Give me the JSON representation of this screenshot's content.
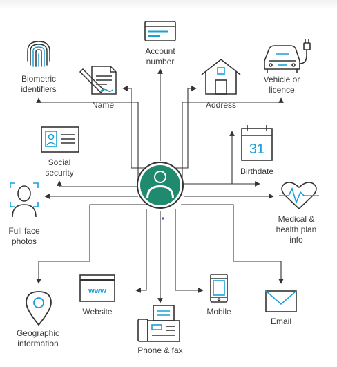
{
  "diagram": {
    "center": {
      "name": "Person",
      "icon": "person-icon"
    },
    "nodes": [
      {
        "key": "account",
        "label": "Account\nnumber",
        "icon": "credit-card-icon"
      },
      {
        "key": "biometric",
        "label": "Biometric\nidentifiers",
        "icon": "fingerprint-icon"
      },
      {
        "key": "name",
        "label": "Name",
        "icon": "signed-document-icon"
      },
      {
        "key": "address",
        "label": "Address",
        "icon": "house-icon"
      },
      {
        "key": "vehicle",
        "label": "Vehicle or\nlicence",
        "icon": "electric-car-icon"
      },
      {
        "key": "social",
        "label": "Social\nsecurity",
        "icon": "id-card-icon"
      },
      {
        "key": "birthdate",
        "label": "Birthdate",
        "icon": "calendar-icon",
        "calendar_day": "31"
      },
      {
        "key": "faceid",
        "label": "Full face\nphotos",
        "icon": "face-scan-icon"
      },
      {
        "key": "medical",
        "label": "Medical &\nhealth plan\ninfo",
        "icon": "heartbeat-icon"
      },
      {
        "key": "geo",
        "label": "Geographic\ninformation",
        "icon": "map-pin-icon"
      },
      {
        "key": "website",
        "label": "Website",
        "icon": "browser-window-icon",
        "icon_text": "www"
      },
      {
        "key": "phone",
        "label": "Phone & fax",
        "icon": "fax-machine-icon"
      },
      {
        "key": "mobile",
        "label": "Mobile",
        "icon": "mobile-phone-icon"
      },
      {
        "key": "email",
        "label": "Email",
        "icon": "envelope-icon"
      }
    ],
    "colors": {
      "accent": "#1a9fd8",
      "dark": "#333333",
      "center_fill": "#1f8a6d",
      "line": "#333333"
    }
  }
}
